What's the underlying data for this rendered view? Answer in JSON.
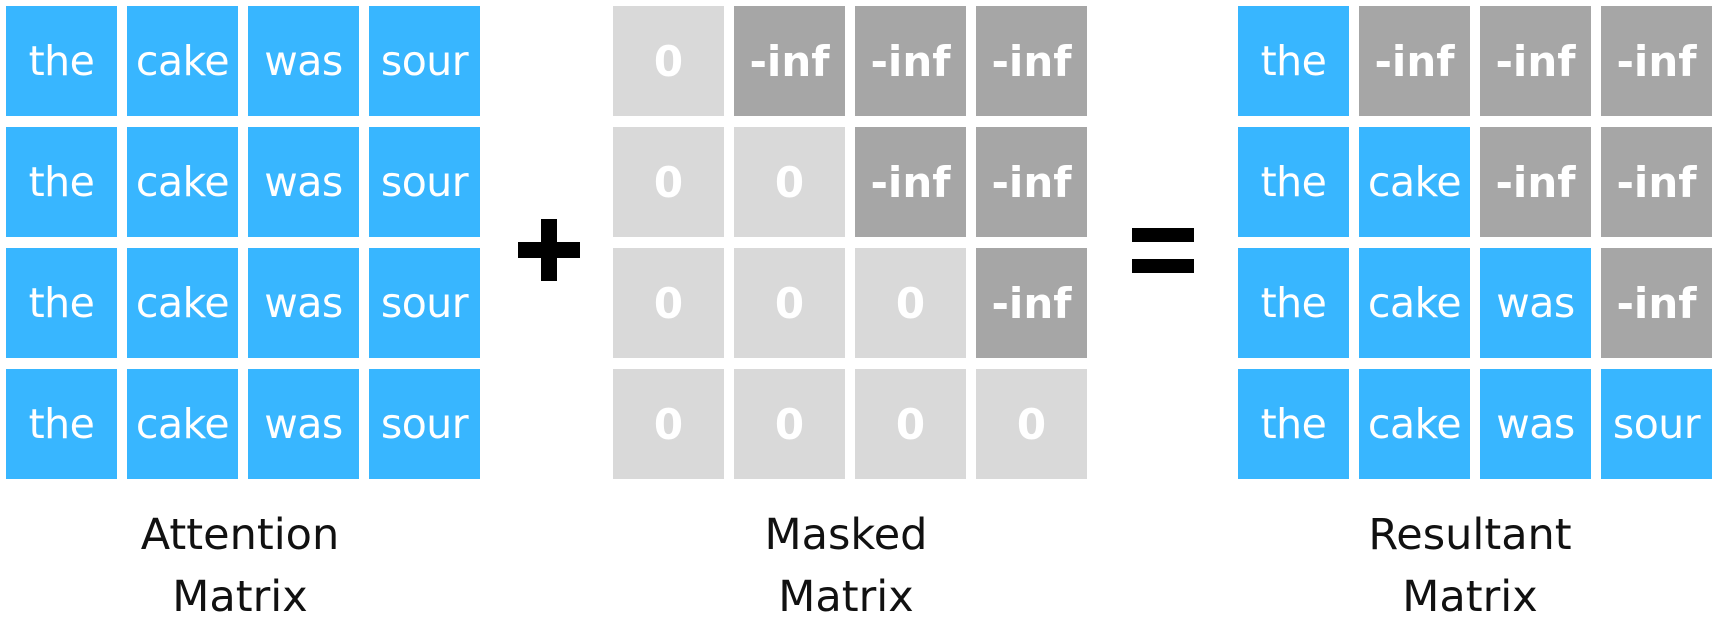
{
  "attention_matrix": {
    "caption_line1": "Attention",
    "caption_line2": "Matrix",
    "rows": [
      [
        "the",
        "cake",
        "was",
        "sour"
      ],
      [
        "the",
        "cake",
        "was",
        "sour"
      ],
      [
        "the",
        "cake",
        "was",
        "sour"
      ],
      [
        "the",
        "cake",
        "was",
        "sour"
      ]
    ]
  },
  "masked_matrix": {
    "caption_line1": "Masked",
    "caption_line2": "Matrix",
    "rows": [
      [
        "0",
        "-inf",
        "-inf",
        "-inf"
      ],
      [
        "0",
        "0",
        "-inf",
        "-inf"
      ],
      [
        "0",
        "0",
        "0",
        "-inf"
      ],
      [
        "0",
        "0",
        "0",
        "0"
      ]
    ]
  },
  "resultant_matrix": {
    "caption_line1": "Resultant",
    "caption_line2": "Matrix",
    "rows": [
      [
        "the",
        "-inf",
        "-inf",
        "-inf"
      ],
      [
        "the",
        "cake",
        "-inf",
        "-inf"
      ],
      [
        "the",
        "cake",
        "was",
        "-inf"
      ],
      [
        "the",
        "cake",
        "was",
        "sour"
      ]
    ]
  },
  "colors": {
    "word_cell": "#38b6ff",
    "zero_cell": "#d9d9d9",
    "neg_inf_cell": "#a6a6a6",
    "operator": "#000000"
  }
}
